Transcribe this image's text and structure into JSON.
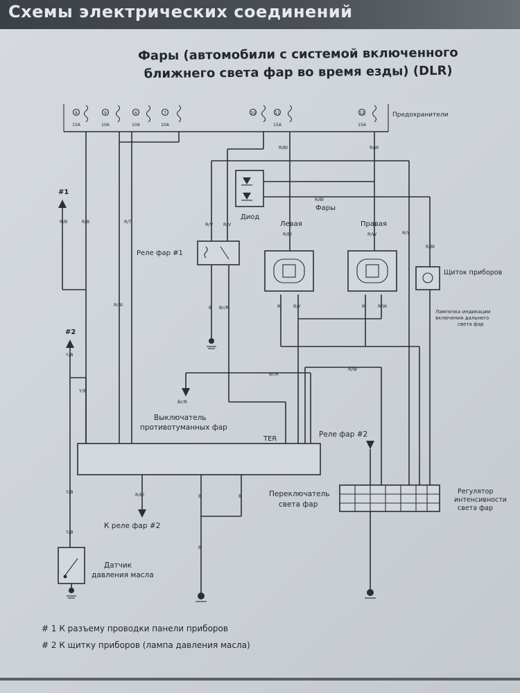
{
  "header": {
    "title": "Схемы электрических соединений"
  },
  "title": {
    "line1": "Фары (автомобили с системой включенного",
    "line2": "ближнего света фар во время езды) (DLR)"
  },
  "fuses": {
    "label": "Предохранители",
    "items": [
      {
        "num": "8",
        "rating": "15А"
      },
      {
        "num": "9",
        "rating": "10А"
      },
      {
        "num": "6",
        "rating": "10А"
      },
      {
        "num": "7",
        "rating": "10А"
      },
      {
        "num": "10",
        "rating": ""
      },
      {
        "num": "11",
        "rating": "15А"
      },
      {
        "num": "12",
        "rating": "15А"
      }
    ]
  },
  "components": {
    "diode": "Диод",
    "headlights": "Фары",
    "left": "Левая",
    "right": "Правая",
    "relay1": "Реле фар #1",
    "dashboard": "Щиток приборов",
    "indicator_line1": "Лампочка индикации",
    "indicator_line2": "включения дальнего",
    "indicator_line3": "света фар",
    "fog_switch_line1": "Выключатель",
    "fog_switch_line2": "противотуманных фар",
    "ter": "TER",
    "relay2": "Реле фар #2",
    "to_relay2": "К реле фар #2",
    "light_switch_line1": "Переключатель",
    "light_switch_line2": "света фар",
    "regulator_line1": "Регулятор",
    "regulator_line2": "интенсивности",
    "regulator_line3": "света фар",
    "oil_sensor_line1": "Датчик",
    "oil_sensor_line2": "давления масла"
  },
  "markers": {
    "m1": "#1",
    "m2": "#2"
  },
  "wires": {
    "rb": "R/B",
    "rt": "R/T",
    "rw": "R/W",
    "ry": "R/Y",
    "ry2": "R/Y",
    "rbl": "R/Bl",
    "rbl2": "R/Bl",
    "rbl3": "R/Bl",
    "rbl4": "R/Bl",
    "rbl5": "R/Bl",
    "rbl6": "R/Bl",
    "rw2": "R/W",
    "rw3": "R/W",
    "rw4": "R/W",
    "yb": "Y/B",
    "yb2": "Y/B",
    "yb3": "Y/B",
    "yb4": "Y/B",
    "b": "B",
    "b2": "B",
    "b3": "B",
    "b4": "B",
    "brr": "Br/R",
    "brr2": "Br/R",
    "brr3": "Br/R",
    "rr": "R",
    "rv": "R/V",
    "rv2": "R/V",
    "rr2": "R"
  },
  "footnotes": {
    "n1": "# 1 К разъему проводки панели приборов",
    "n2": "# 2 К щитку приборов (лампа давления масла)"
  }
}
